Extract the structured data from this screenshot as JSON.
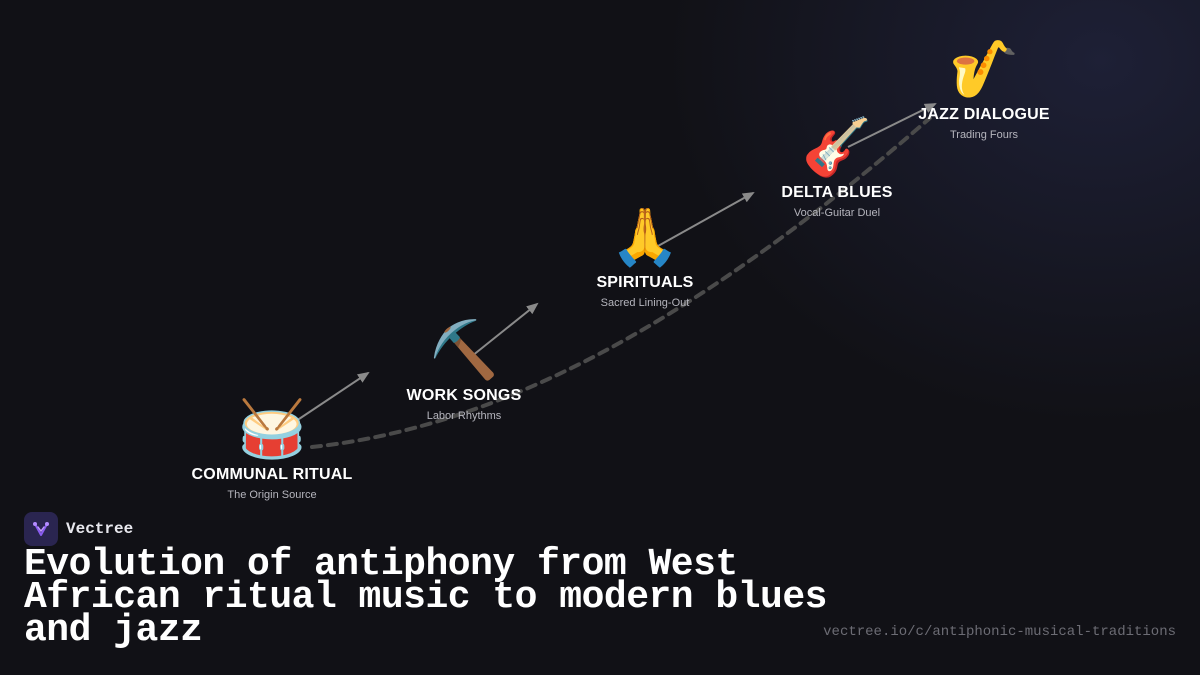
{
  "brand": {
    "name": "Vectree",
    "logo_icon": "vectree-logo-icon",
    "accent": "#8a5cf0"
  },
  "headline": "Evolution of antiphony from West African ritual music to modern blues and jazz",
  "url": "vectree.io/c/antiphonic-musical-traditions",
  "colors": {
    "background": "#111116",
    "connector": "#8a8a8a",
    "trend_line": "#4a4a4a"
  },
  "stages": [
    {
      "icon": "drum-icon",
      "emoji": "🥁",
      "title": "COMMUNAL RITUAL",
      "subtitle": "The Origin Source"
    },
    {
      "icon": "pick-icon",
      "emoji": "⛏️",
      "title": "WORK SONGS",
      "subtitle": "Labor Rhythms"
    },
    {
      "icon": "folded-hands-icon",
      "emoji": "🙏",
      "title": "SPIRITUALS",
      "subtitle": "Sacred Lining-Out"
    },
    {
      "icon": "guitar-icon",
      "emoji": "🎸",
      "title": "DELTA BLUES",
      "subtitle": "Vocal-Guitar Duel"
    },
    {
      "icon": "saxophone-icon",
      "emoji": "🎷",
      "title": "JAZZ DIALOGUE",
      "subtitle": "Trading Fours"
    }
  ]
}
